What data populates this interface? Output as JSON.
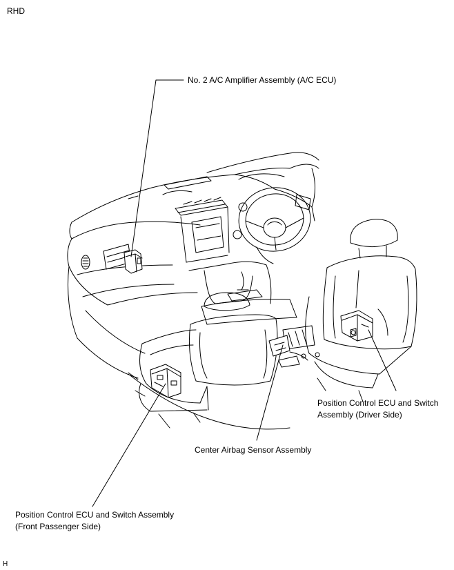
{
  "header": {
    "drive_side": "RHD"
  },
  "callouts": {
    "ac_amplifier": "No. 2 A/C Amplifier Assembly (A/C ECU)",
    "driver_ecu": {
      "line1": "Position Control ECU and Switch",
      "line2": "Assembly (Driver Side)"
    },
    "airbag_sensor": "Center Airbag Sensor Assembly",
    "passenger_ecu": {
      "line1": "Position Control ECU and Switch Assembly",
      "line2": "(Front Passenger Side)"
    }
  },
  "footer": {
    "figure_code": "H"
  }
}
